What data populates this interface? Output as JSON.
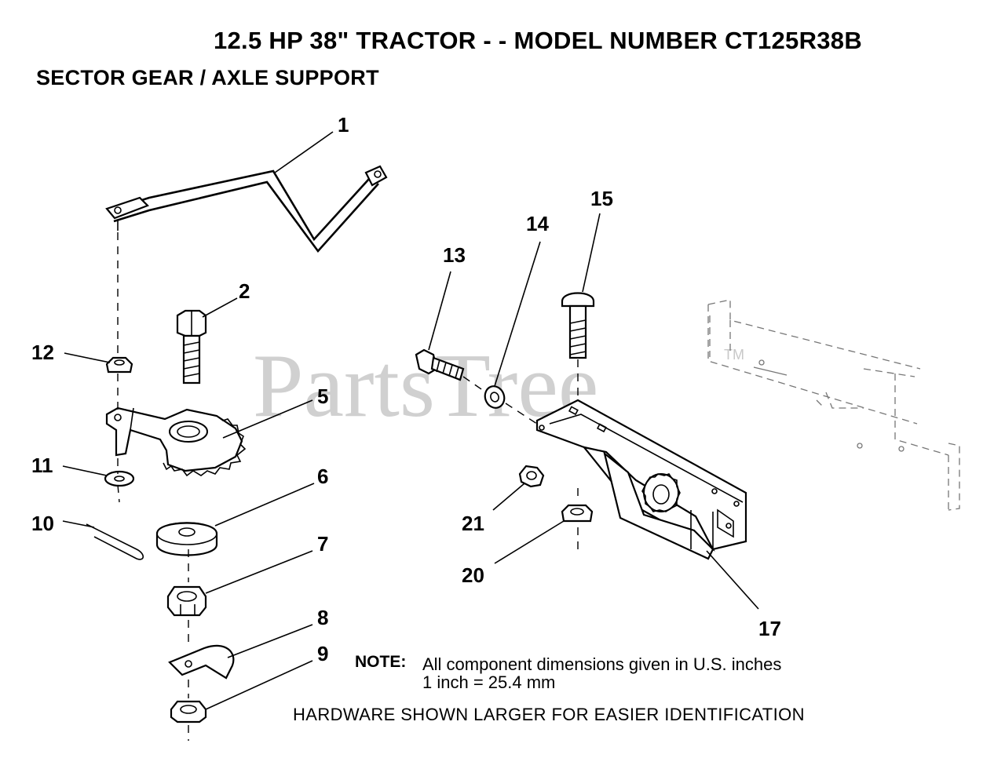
{
  "header": {
    "title": "12.5 HP 38\" TRACTOR - - MODEL NUMBER CT125R38B",
    "subtitle": "SECTOR GEAR / AXLE SUPPORT"
  },
  "watermark": {
    "text": "PartsTree",
    "trademark": "TM"
  },
  "callouts": [
    "1",
    "2",
    "5",
    "6",
    "7",
    "8",
    "9",
    "10",
    "11",
    "12",
    "13",
    "14",
    "15",
    "17",
    "20",
    "21"
  ],
  "footer": {
    "note_label": "NOTE:",
    "note_line1": "All component dimensions given in U.S. inches",
    "note_line2": "1 inch = 25.4 mm",
    "hardware_text": "HARDWARE SHOWN LARGER FOR EASIER IDENTIFICATION"
  }
}
